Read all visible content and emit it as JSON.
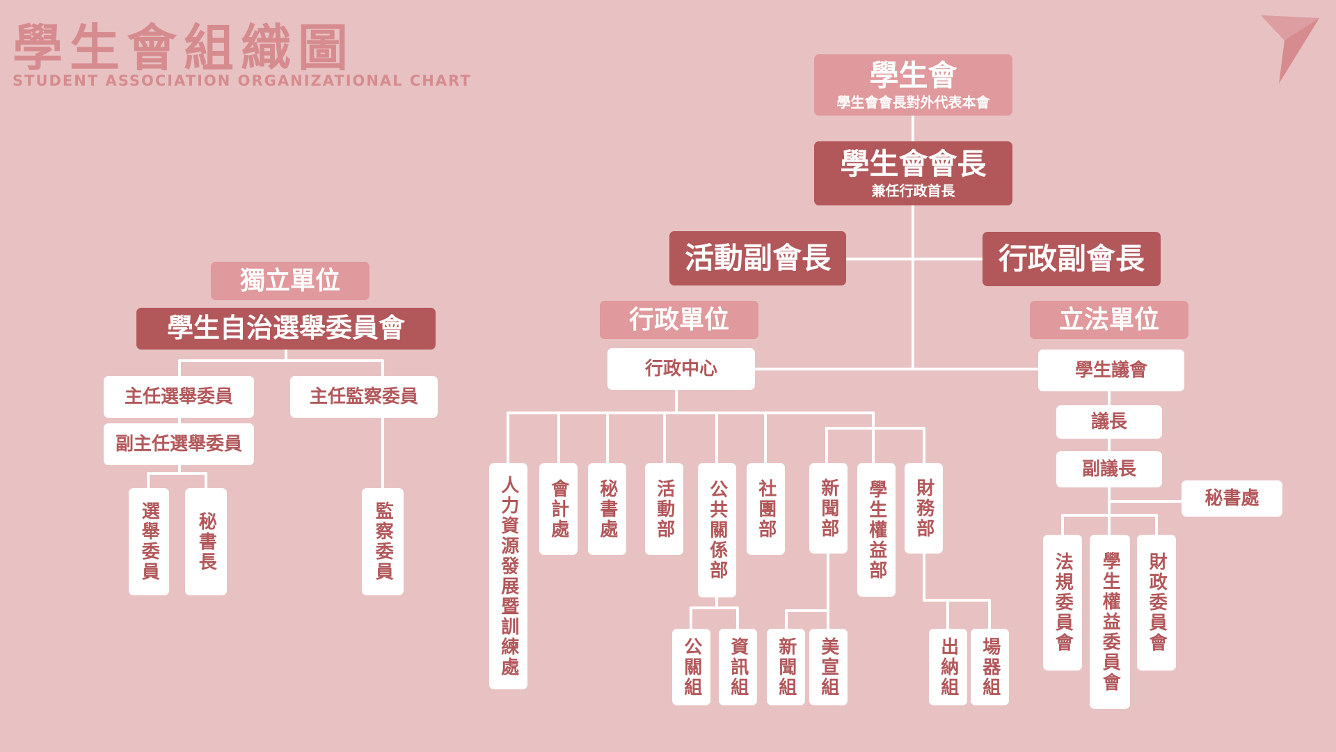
{
  "header": {
    "title": "學生會組織圖",
    "subtitle": "STUDENT ASSOCIATION ORGANIZATIONAL CHART",
    "logo_icon": "paper-plane-icon"
  },
  "colors": {
    "background": "#E8C2C3",
    "dark": "#B2575A",
    "light": "#E0999C",
    "white": "#FFFFFF",
    "title": "#D68B8E"
  },
  "nodes": {
    "student_association": "學生會",
    "student_association_sub": "學生會會長對外代表本會",
    "president": "學生會會長",
    "president_sub": "兼任行政首長",
    "vp_activities": "活動副會長",
    "vp_admin": "行政副會長",
    "independent_unit": "獨立單位",
    "election_committee": "學生自治選舉委員會",
    "chief_election_commissioner": "主任選舉委員",
    "deputy_chief_election_commissioner": "副主任選舉委員",
    "election_commissioners": "選舉委員",
    "secretary_general": "秘書長",
    "chief_supervisory_commissioner": "主任監察委員",
    "supervisory_commissioners": "監察委員",
    "executive_unit": "行政單位",
    "executive_center": "行政中心",
    "hr_office": "人力資源發展暨訓練處",
    "accounting_office": "會計處",
    "secretariat_exec": "秘書處",
    "activities_dept": "活動部",
    "pr_dept": "公共關係部",
    "clubs_dept": "社團部",
    "news_dept": "新聞部",
    "rights_dept": "學生權益部",
    "finance_dept": "財務部",
    "public_relations_group": "公關組",
    "info_group": "資訊組",
    "news_group": "新聞組",
    "design_group": "美宣組",
    "cashier_group": "出納組",
    "venue_equipment_group": "場器組",
    "legislative_unit": "立法單位",
    "student_council": "學生議會",
    "speaker": "議長",
    "deputy_speaker": "副議長",
    "council_secretariat": "秘書處",
    "regulations_committee": "法規委員會",
    "rights_committee": "學生權益委員會",
    "fiscal_committee": "財政委員會"
  }
}
